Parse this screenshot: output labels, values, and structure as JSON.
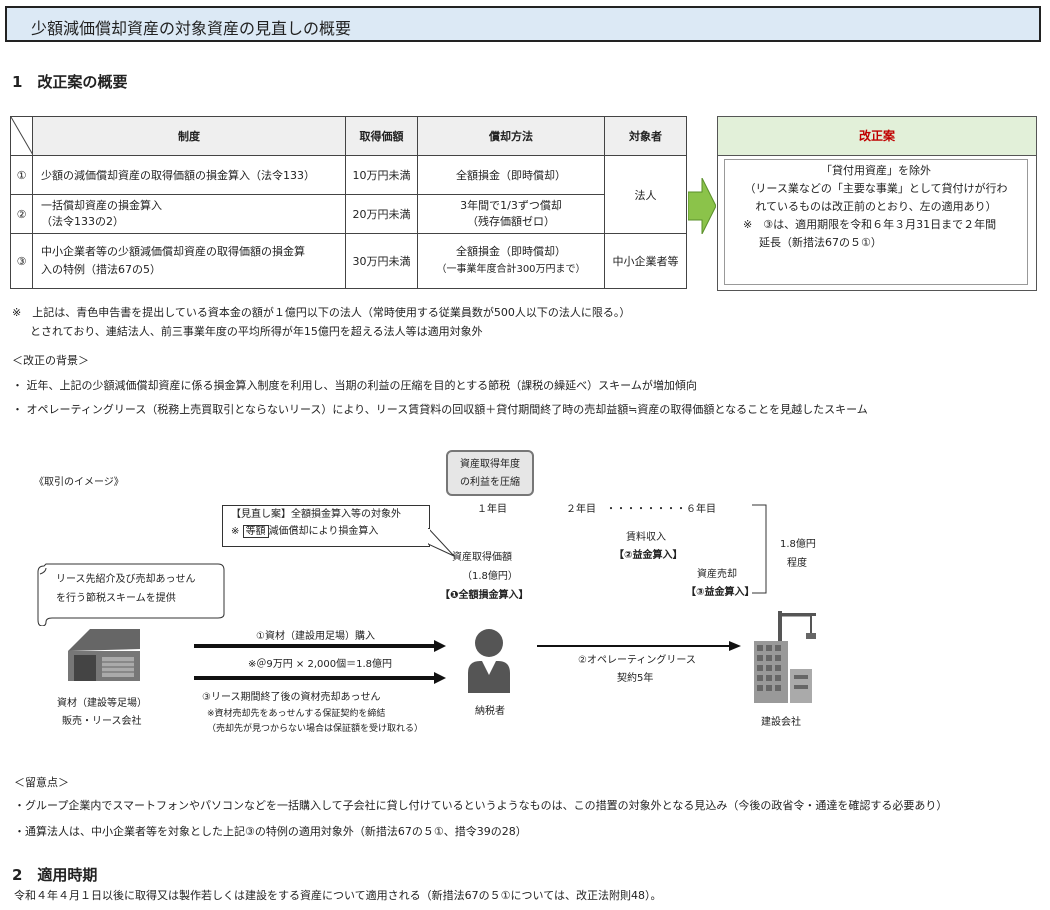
{
  "title": "少額減価償却資産の対象資産の見直しの概要",
  "section1": "1　改正案の概要",
  "table": {
    "headers": [
      "制度",
      "取得価額",
      "償却方法",
      "対象者"
    ],
    "rows": [
      {
        "num": "①",
        "system": "少額の減価償却資産の取得価額の損金算入（法令133）",
        "price": "10万円未満",
        "method1": "全額損金（即時償却）",
        "method2": ""
      },
      {
        "num": "②",
        "system1": "一括償却資産の損金算入",
        "system2": "（法令133の2）",
        "price": "20万円未満",
        "method1": "3年間で1/3ずつ償却",
        "method2": "（残存価額ゼロ）"
      },
      {
        "num": "③",
        "system1": "中小企業者等の少額減価償却資産の取得価額の損金算",
        "system2": "入の特例（措法67の5）",
        "price": "30万円未満",
        "method1": "全額損金（即時償却）",
        "method2": "（一事業年度合計300万円まで）"
      }
    ],
    "target_corp": "法人",
    "target_sme": "中小企業者等"
  },
  "reform": {
    "head": "改正案",
    "lines": [
      "「貸付用資産」を除外",
      "（リース業などの「主要な事業」として貸付けが行わ",
      "れているものは改正前のとおり、左の適用あり）",
      "※　③は、適用期限を令和６年３月31日まで２年間",
      "延長（新措法67の５①）"
    ]
  },
  "note": {
    "line1": "※　上記は、青色申告書を提出している資本金の額が１億円以下の法人（常時使用する従業員数が500人以下の法人に限る。）",
    "line2": "とされており、連結法人、前三事業年度の平均所得が年15億円を超える法人等は適用対象外"
  },
  "background": {
    "head": "＜改正の背景＞",
    "b1": "・ 近年、上記の少額減価償却資産に係る損金算入制度を利用し、当期の利益の圧縮を目的とする節税（課税の繰延べ）スキームが増加傾向",
    "b2": "・ オペレーティングリース（税務上売買取引とならないリース）により、リース賃貸料の回収額＋貸付期間終了時の売却益額≒資産の取得価額となることを見越したスキーム"
  },
  "diagram": {
    "image_label": "《取引のイメージ》",
    "compress1": "資産取得年度",
    "compress2": "の利益を圧縮",
    "year1": "１年目",
    "year2": "２年目　・・・・・・・・６年目",
    "review1": "【見直し案】全額損金算入等の対象外",
    "review2_pre": "※ ",
    "review2_box": "等額",
    "review2_post": "減価償却により損金算入",
    "scroll1": "リース先紹介及び売却あっせん",
    "scroll2": "を行う節税スキームを提供",
    "asset_price1": "資産取得価額",
    "asset_price2": "（1.8億円）",
    "asset_price3": "【❶全額損金算入】",
    "rent1": "賃料収入",
    "rent2": "【②益金算入】",
    "sale1": "資産売却",
    "sale2": "【③益金算入】",
    "amount1": "1.8億円",
    "amount2": "程度",
    "arrow1_top": "①資材（建設用足場）購入",
    "arrow1_bottom": "※＠9万円 × 2,000個＝1.8億円",
    "arrow2_top": "③リース期間終了後の資材売却あっせん",
    "arrow2_note1": "※資材売却先をあっせんする保証契約を締結",
    "arrow2_note2": "（売却先が見つからない場合は保証額を受け取れる）",
    "arrow3_top": "②オペレーティングリース",
    "arrow3_bottom": "契約5年",
    "company1": "資材（建設等足場）",
    "company2": "販売・リース会社",
    "taxpayer": "納税者",
    "construction": "建設会社"
  },
  "points": {
    "head": "＜留意点＞",
    "p1": "・グループ企業内でスマートフォンやパソコンなどを一括購入して子会社に貸し付けているというようなものは、この措置の対象外となる見込み（今後の政省令・通達を確認する必要あり）",
    "p2": "・通算法人は、中小企業者等を対象とした上記③の特例の適用対象外（新措法67の５①、措令39の28）"
  },
  "section2": "2　適用時期",
  "section2_text": "令和４年４月１日以後に取得又は製作若しくは建設をする資産について適用される（新措法67の５①については、改正法附則48）。"
}
